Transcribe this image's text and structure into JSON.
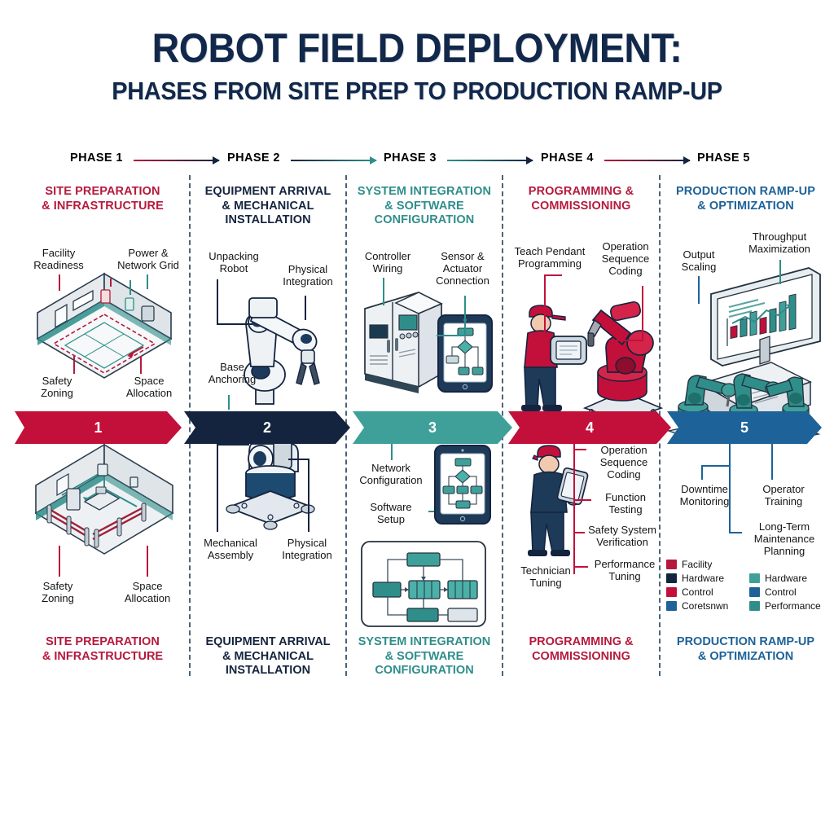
{
  "title": {
    "main": "ROBOT FIELD DEPLOYMENT:",
    "sub": "PHASES FROM SITE PREP TO PRODUCTION RAMP-UP"
  },
  "colors": {
    "crimson": "#b51a3c",
    "navy": "#14243f",
    "teal": "#2f8e8a",
    "crimson2": "#c2103a",
    "steel": "#1d6298",
    "ink": "#12284a",
    "text": "#141414"
  },
  "phases": [
    {
      "tag": "PHASE 1",
      "tag_color": "#b51a3c",
      "number": "1",
      "arrow_color": "#c2103a",
      "title": "SITE PREPARATION\n& INFRASTRUCTURE",
      "title_color": "#b51a3c",
      "top_labels": [
        "Facility\nReadiness",
        "Power &\nNetwork Grid",
        "Safety\nZoning",
        "Space\nAllocation"
      ],
      "bottom_labels": [
        "Safety\nZoning",
        "Space\nAllocation"
      ]
    },
    {
      "tag": "PHASE 2",
      "tag_color": "#14243f",
      "number": "2",
      "arrow_color": "#14243f",
      "title": "EQUIPMENT ARRIVAL\n& MECHANICAL\nINSTALLATION",
      "title_color": "#14243f",
      "top_labels": [
        "Unpacking\nRobot",
        "Physical\nIntegration",
        "Base\nAnchoring"
      ],
      "bottom_labels": [
        "Mechanical\nAssembly",
        "Physical\nIntegration"
      ]
    },
    {
      "tag": "PHASE 3",
      "tag_color": "#2f8e8a",
      "number": "3",
      "arrow_color": "#3fa09a",
      "title": "SYSTEM INTEGRATION\n& SOFTWARE\nCONFIGURATION",
      "title_color": "#2f8e8a",
      "top_labels": [
        "Controller\nWiring",
        "Sensor &\nActuator\nConnection"
      ],
      "bottom_labels": [
        "Network\nConfiguration",
        "Software\nSetup"
      ]
    },
    {
      "tag": "PHASE 4",
      "tag_color": "#b51a3c",
      "number": "4",
      "arrow_color": "#c2103a",
      "title": "PROGRAMMING &\nCOMMISSIONING",
      "title_color": "#b51a3c",
      "top_labels": [
        "Teach Pendant\nProgramming",
        "Operation\nSequence\nCoding"
      ],
      "bottom_labels": [
        "Operation\nSequence\nCoding",
        "Function\nTesting",
        "Safety System\nVerification",
        "Performance\nTuning",
        "Technician\nTuning"
      ]
    },
    {
      "tag": "PHASE 5",
      "tag_color": "#1d6298",
      "number": "5",
      "arrow_color": "#1d6298",
      "title": "PRODUCTION RAMP-UP\n& OPTIMIZATION",
      "title_color": "#1d6298",
      "top_labels": [
        "Output\nScaling",
        "Throughput\nMaximization"
      ],
      "bottom_labels": [
        "Downtime\nMonitoring",
        "Operator\nTraining",
        "Long-Term\nMaintenance\nPlanning"
      ]
    }
  ],
  "legend": {
    "column_a": [
      {
        "label": "Facility",
        "color": "#b51a3c"
      },
      {
        "label": "Hardware",
        "color": "#14243f"
      },
      {
        "label": "Control",
        "color": "#c2103a"
      },
      {
        "label": "Coretsnwn",
        "color": "#1d6298"
      }
    ],
    "column_b": [
      {
        "label": "Hardware",
        "color": "#3fa09a"
      },
      {
        "label": "Control",
        "color": "#1d6298"
      },
      {
        "label": "Performance",
        "color": "#2f8e8a"
      }
    ]
  }
}
